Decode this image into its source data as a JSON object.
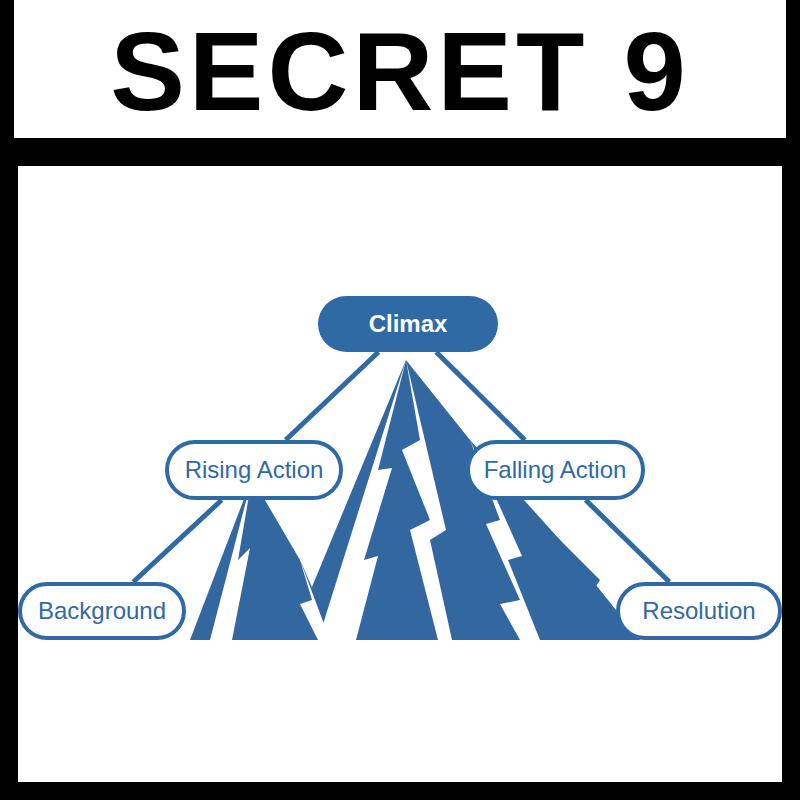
{
  "diagram": {
    "title": "SECRET 9",
    "nodes": [
      {
        "text": [
          "Climax"
        ]
      },
      {
        "text": [
          "Rising Action"
        ]
      },
      {
        "text": [
          "Falling Action"
        ]
      },
      {
        "text": [
          "Background"
        ]
      },
      {
        "text": [
          "Resolution"
        ]
      }
    ],
    "edges": [
      {
        "from": 3,
        "to": 1,
        "arrow": "none"
      },
      {
        "from": 1,
        "to": 0,
        "arrow": "none"
      },
      {
        "from": 0,
        "to": 2,
        "arrow": "none"
      },
      {
        "from": 2,
        "to": 4,
        "arrow": "none"
      }
    ]
  }
}
